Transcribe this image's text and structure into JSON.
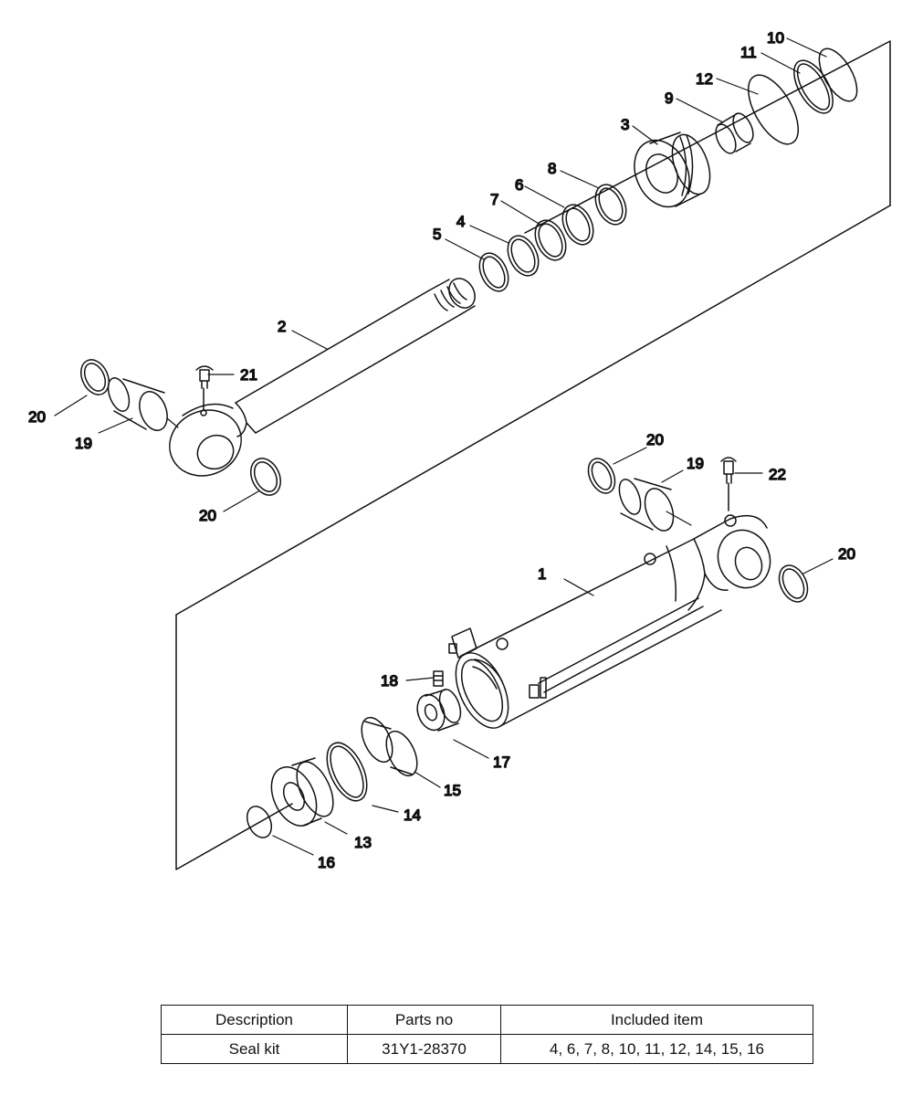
{
  "diagram": {
    "callouts": [
      "1",
      "2",
      "3",
      "4",
      "5",
      "6",
      "7",
      "8",
      "9",
      "10",
      "11",
      "12",
      "13",
      "14",
      "15",
      "16",
      "17",
      "18",
      "19",
      "20",
      "21",
      "22"
    ]
  },
  "kit_table": {
    "headers": [
      "Description",
      "Parts no",
      "Included item"
    ],
    "rows": [
      [
        "Seal kit",
        "31Y1-28370",
        "4, 6, 7, 8, 10, 11, 12, 14, 15, 16"
      ]
    ]
  }
}
